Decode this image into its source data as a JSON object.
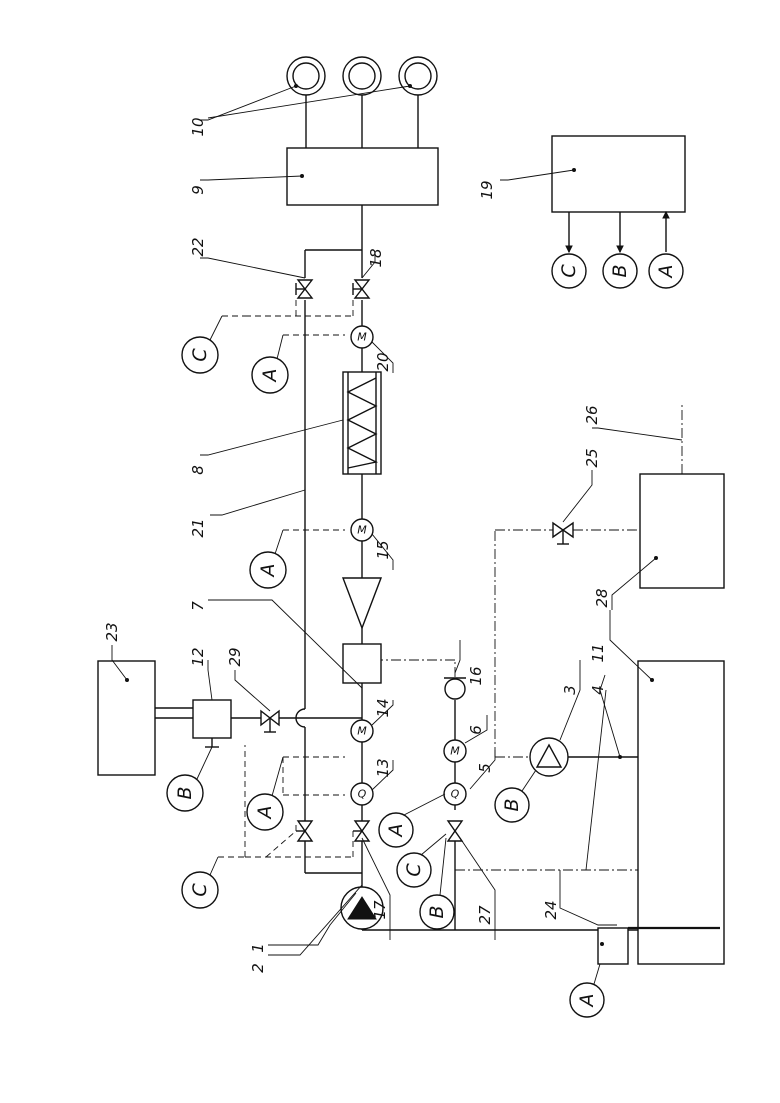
{
  "labels": {
    "n1": "1",
    "n2": "2",
    "n3": "3",
    "n4": "4",
    "n5": "5",
    "n6": "6",
    "n7": "7",
    "n8": "8",
    "n9": "9",
    "n10": "10",
    "n11": "11",
    "n12": "12",
    "n13": "13",
    "n14": "14",
    "n15": "15",
    "n16": "16",
    "n17": "17",
    "n18": "18",
    "n19": "19",
    "n20": "20",
    "n21": "21",
    "n22": "22",
    "n23": "23",
    "n24": "24",
    "n25": "25",
    "n26": "26",
    "n27": "27",
    "n28": "28",
    "n29": "29"
  },
  "signals": {
    "a": "A",
    "b": "B",
    "c": "C"
  },
  "symbols": {
    "flow": "Q",
    "motor": "M"
  }
}
